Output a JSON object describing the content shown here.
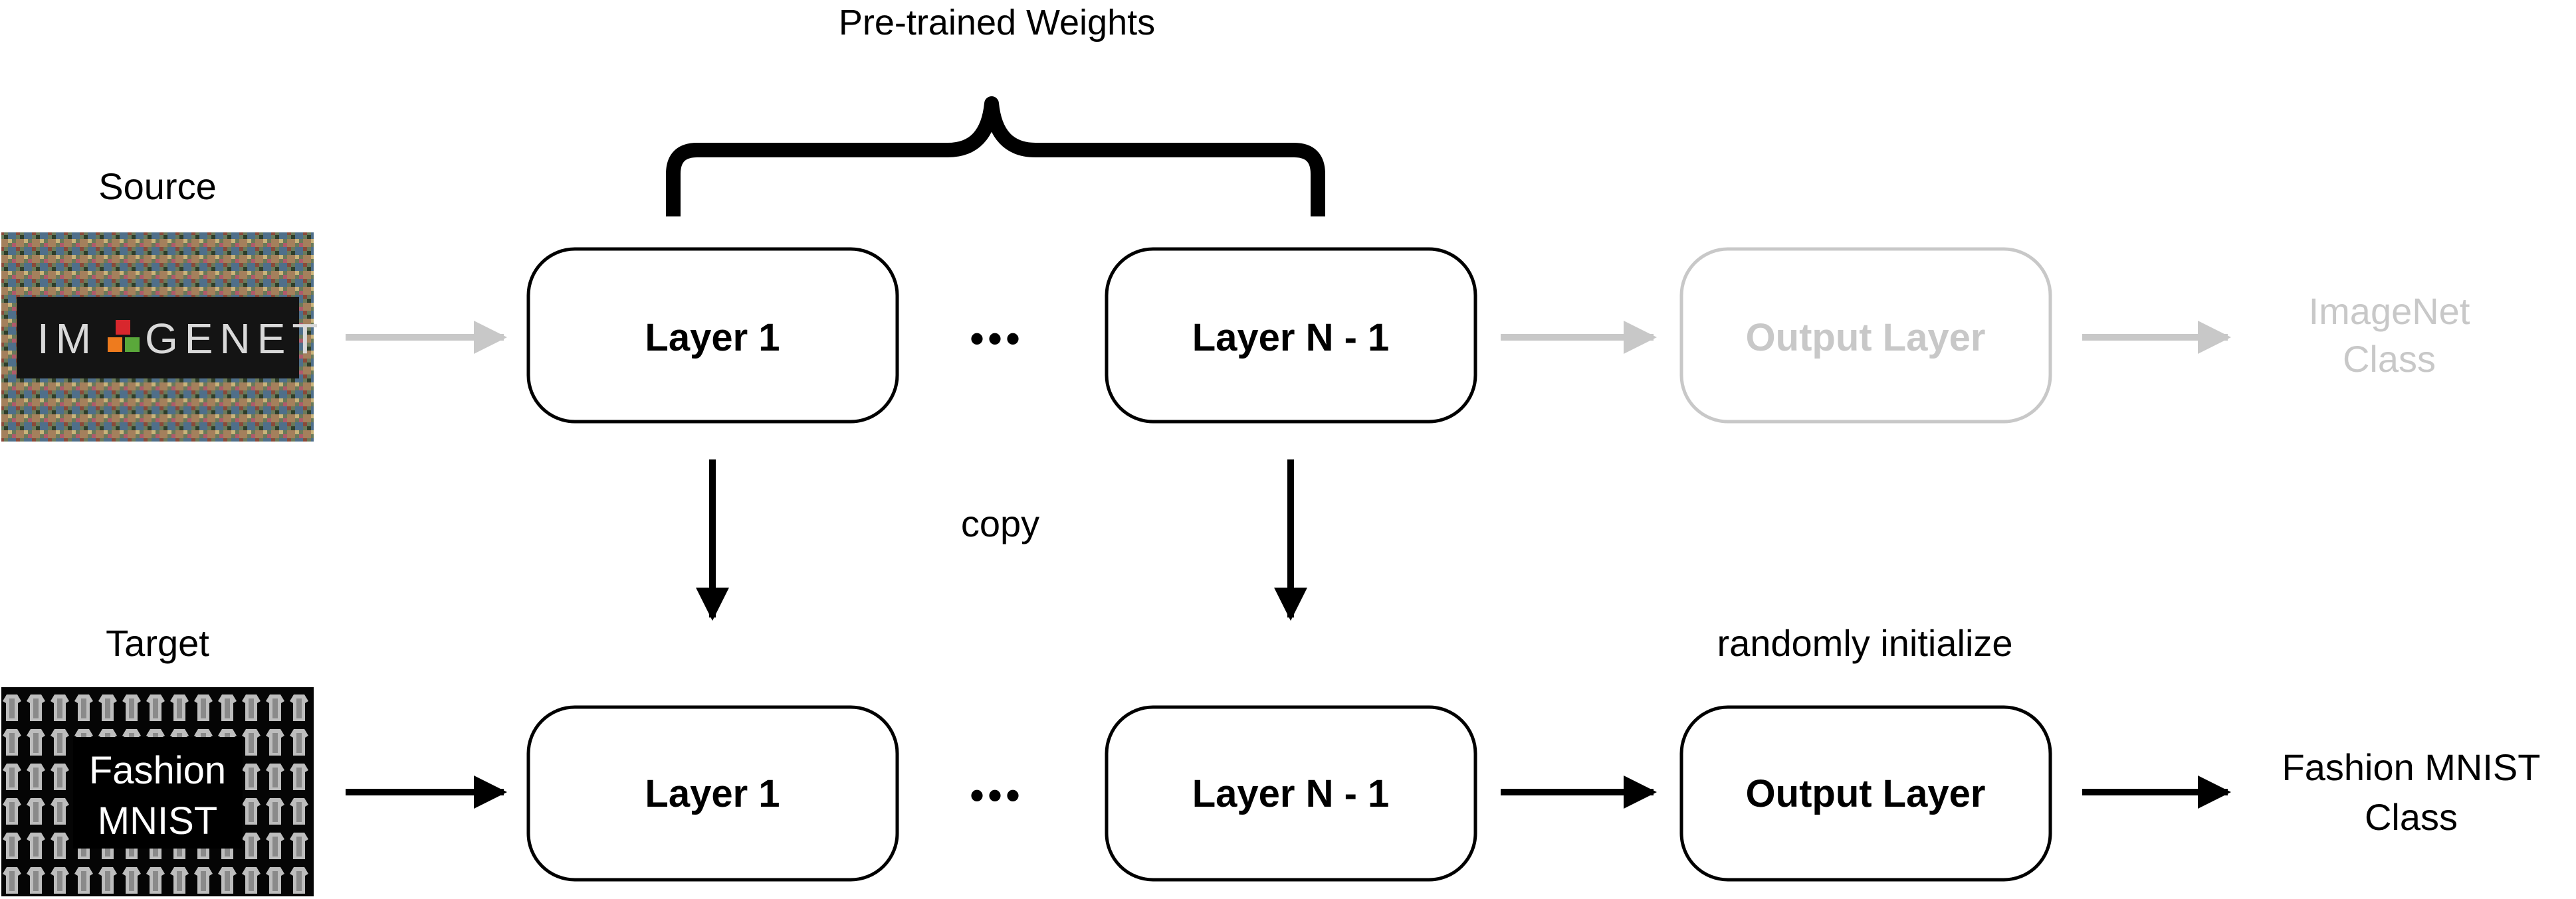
{
  "title": "Pre-trained Weights",
  "copy_label": "copy",
  "random_init_label": "randomly initialize",
  "ellipsis": "•••",
  "source": {
    "label": "Source",
    "logo": {
      "letters_before": "IM",
      "letters_after": "GENET"
    },
    "layer_first": "Layer 1",
    "layer_last": "Layer N - 1",
    "output_layer": "Output Layer",
    "class_line1": "ImageNet",
    "class_line2": "Class"
  },
  "target": {
    "label": "Target",
    "dataset_line1": "Fashion",
    "dataset_line2": "MNIST",
    "layer_first": "Layer 1",
    "layer_last": "Layer N - 1",
    "output_layer": "Output Layer",
    "class_line1": "Fashion MNIST",
    "class_line2": "Class"
  },
  "colors": {
    "stroke": "#000000",
    "faded": "#c8c8c8",
    "logo_bg": "#141414",
    "logo_text": "#d9d9d9",
    "logo_red": "#d8272d",
    "logo_orange": "#ee7b1e",
    "logo_green": "#5aa83a"
  }
}
